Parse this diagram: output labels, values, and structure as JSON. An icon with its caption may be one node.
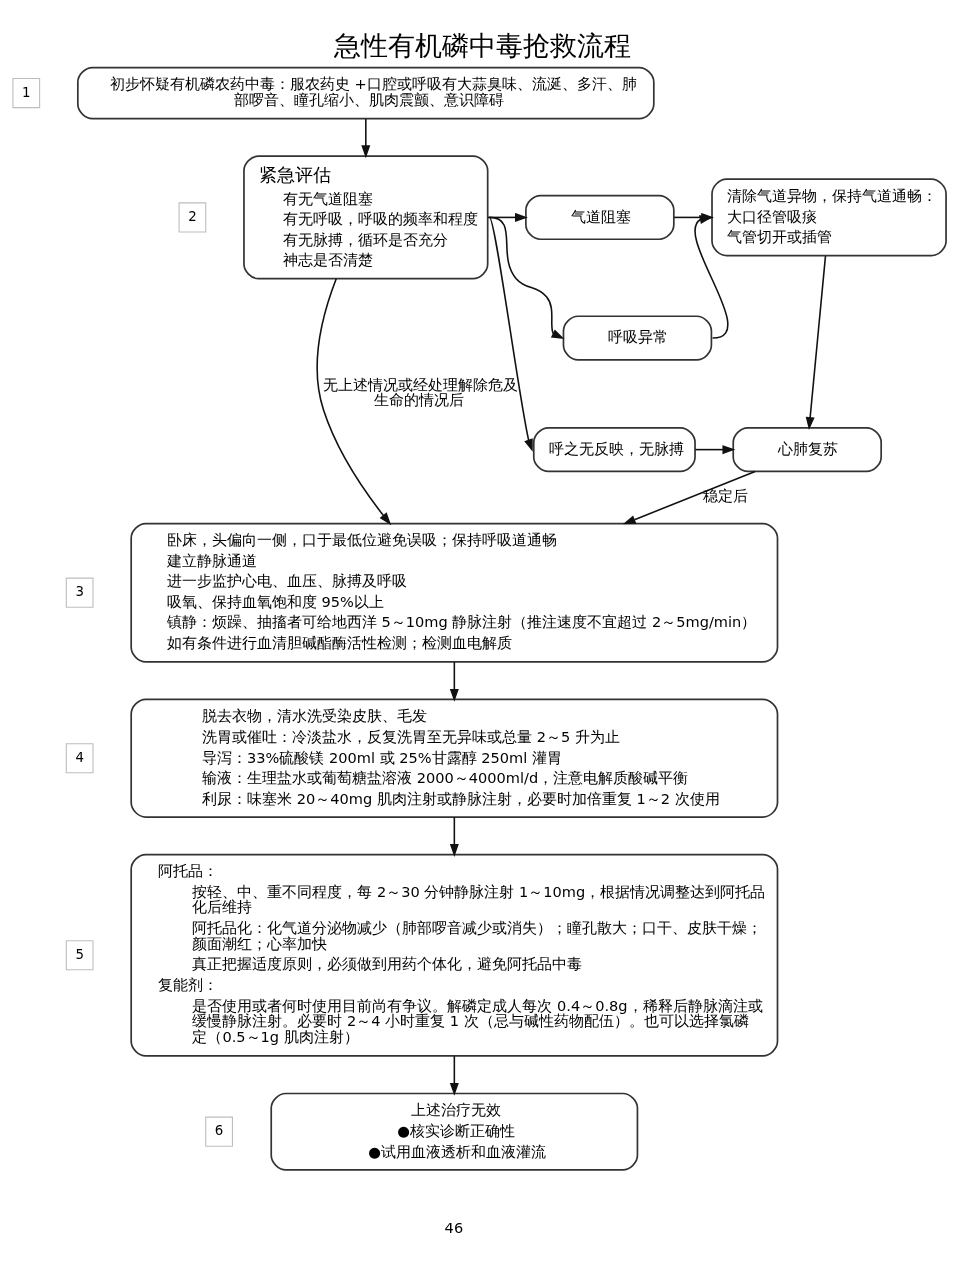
{
  "diagram": {
    "title": "急性有机磷中毒抢救流程",
    "nodes": [
      {
        "text": [
          "初步怀疑有机磷农药中毒：服农药史 +口腔或呼吸有大蒜臭味、流涎、多汗、肺部啰音、瞳孔缩小、肌肉震颤、意识障碍"
        ],
        "beside": [
          "1"
        ]
      },
      {
        "text": [
          "紧急评估",
          "有无气道阻塞",
          "有无呼吸，呼吸的频率和程度",
          "有无脉搏，循环是否充分",
          "神志是否清楚"
        ],
        "beside": [
          "2"
        ]
      },
      {
        "text": [
          "气道阻塞"
        ]
      },
      {
        "text": [
          "呼吸异常"
        ]
      },
      {
        "text": [
          "呼之无反映，无脉搏"
        ]
      },
      {
        "text": [
          "清除气道异物，保持气道通畅：",
          "大口径管吸痰",
          "气管切开或插管"
        ]
      },
      {
        "text": [
          "心肺复苏"
        ]
      },
      {
        "text": [
          "卧床，头偏向一侧，口于最低位避免误吸；保持呼吸道通畅",
          "建立静脉通道",
          "进一步监护心电、血压、脉搏及呼吸",
          "吸氧、保持血氧饱和度 95%以上",
          "镇静：烦躁、抽搐者可给地西洋 5～10mg 静脉注射（推注速度不宜超过 2～5mg/min）",
          "如有条件进行血清胆碱酯酶活性检测；检测血电解质"
        ],
        "beside": [
          "3"
        ]
      },
      {
        "text": [
          "脱去衣物，清水洗受染皮肤、毛发",
          "洗胃或催吐：冷淡盐水，反复洗胃至无异味或总量 2～5 升为止",
          "导泻：33%硫酸镁 200ml 或 25%甘露醇 250ml 灌胃",
          "输液：生理盐水或葡萄糖盐溶液 2000～4000ml/d，注意电解质酸碱平衡",
          "利尿：味塞米 20～40mg 肌肉注射或静脉注射，必要时加倍重复 1～2 次使用"
        ],
        "beside": [
          "4"
        ]
      },
      {
        "text": [
          "阿托品：",
          "按轻、中、重不同程度，每 2～30 分钟静脉注射 1～10mg，根据情况调整达到阿托品化后维持",
          "阿托品化：化气道分泌物减少（肺部啰音减少或消失）；瞳孔散大；口干、皮肤干燥；颜面潮红；心率加快",
          "真正把握适度原则，必须做到用药个体化，避免阿托品中毒",
          "复能剂：",
          "是否使用或者何时使用目前尚有争议。解磷定成人每次 0.4～0.8g，稀释后静脉滴注或缓慢静脉注射。必要时 2～4 小时重复 1 次（忌与碱性药物配伍）。也可以选择氯磷定（0.5～1g 肌肉注射）"
        ],
        "beside": [
          "5"
        ]
      },
      {
        "text": [
          "上述治疗无效",
          "●核实诊断正确性",
          "●试用血液透析和血液灌流"
        ],
        "beside": [
          "6"
        ]
      }
    ],
    "edges": [
      {
        "from": 0,
        "to": 1,
        "arrow": "to"
      },
      {
        "from": 1,
        "to": 2,
        "arrow": "to"
      },
      {
        "from": 1,
        "to": 3,
        "arrow": "to"
      },
      {
        "from": 1,
        "to": 4,
        "arrow": "to"
      },
      {
        "from": 2,
        "to": 5,
        "arrow": "to"
      },
      {
        "from": 3,
        "to": 5,
        "arrow": "to"
      },
      {
        "from": 5,
        "to": 6,
        "arrow": "to"
      },
      {
        "from": 4,
        "to": 6,
        "arrow": "to"
      },
      {
        "from": 1,
        "to": 7,
        "arrow": "to",
        "label": "无上述情况或经处理解除危及生命的情况后"
      },
      {
        "from": 6,
        "to": 7,
        "arrow": "to",
        "label": "稳定后"
      },
      {
        "from": 7,
        "to": 8,
        "arrow": "to"
      },
      {
        "from": 8,
        "to": 9,
        "arrow": "to"
      },
      {
        "from": 9,
        "to": 10,
        "arrow": "to"
      }
    ],
    "labels": [
      "46"
    ]
  }
}
